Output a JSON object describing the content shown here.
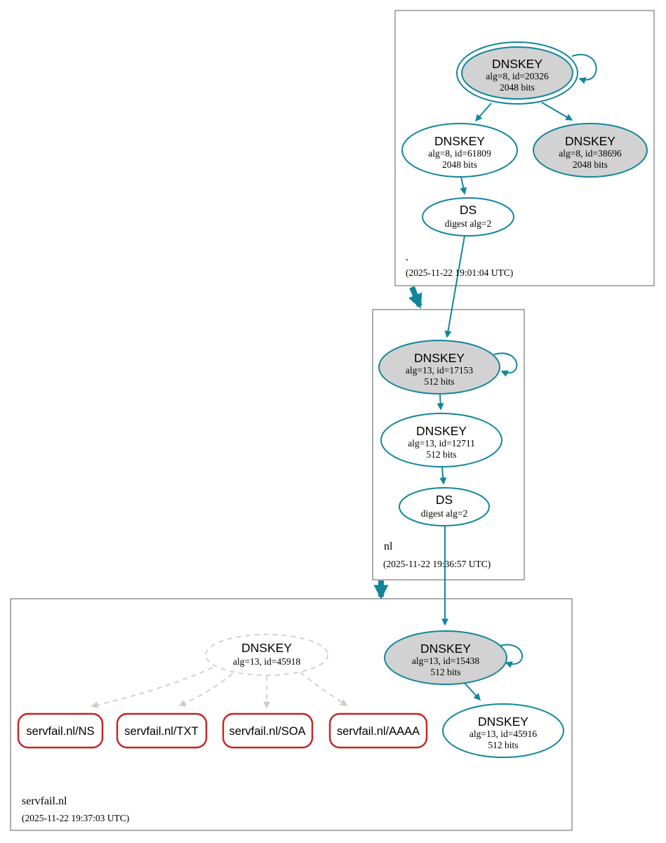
{
  "colors": {
    "secure_teal": "#11869b",
    "key_fill_gray": "#d2d2d2",
    "error_red": "#c62121",
    "insecure_gray": "#cdcdcd"
  },
  "zones": [
    {
      "label": ".",
      "timestamp": "(2025-11-22 19:01:04 UTC)",
      "ksk": {
        "title": "DNSKEY",
        "line1": "alg=8, id=20326",
        "line2": "2048 bits"
      },
      "zsk": {
        "title": "DNSKEY",
        "line1": "alg=8, id=61809",
        "line2": "2048 bits"
      },
      "key2": {
        "title": "DNSKEY",
        "line1": "alg=8, id=38696",
        "line2": "2048 bits"
      },
      "ds": {
        "title": "DS",
        "line1": "digest alg=2"
      }
    },
    {
      "label": "nl",
      "timestamp": "(2025-11-22 19:36:57 UTC)",
      "ksk": {
        "title": "DNSKEY",
        "line1": "alg=13, id=17153",
        "line2": "512 bits"
      },
      "zsk": {
        "title": "DNSKEY",
        "line1": "alg=13, id=12711",
        "line2": "512 bits"
      },
      "ds": {
        "title": "DS",
        "line1": "digest alg=2"
      }
    },
    {
      "label": "servfail.nl",
      "timestamp": "(2025-11-22 19:37:03 UTC)",
      "missing_key": {
        "title": "DNSKEY",
        "line1": "alg=13, id=45918"
      },
      "ksk": {
        "title": "DNSKEY",
        "line1": "alg=13, id=15438",
        "line2": "512 bits"
      },
      "zsk": {
        "title": "DNSKEY",
        "line1": "alg=13, id=45916",
        "line2": "512 bits"
      },
      "rrsets": [
        {
          "label": "servfail.nl/NS"
        },
        {
          "label": "servfail.nl/TXT"
        },
        {
          "label": "servfail.nl/SOA"
        },
        {
          "label": "servfail.nl/AAAA"
        }
      ]
    }
  ]
}
